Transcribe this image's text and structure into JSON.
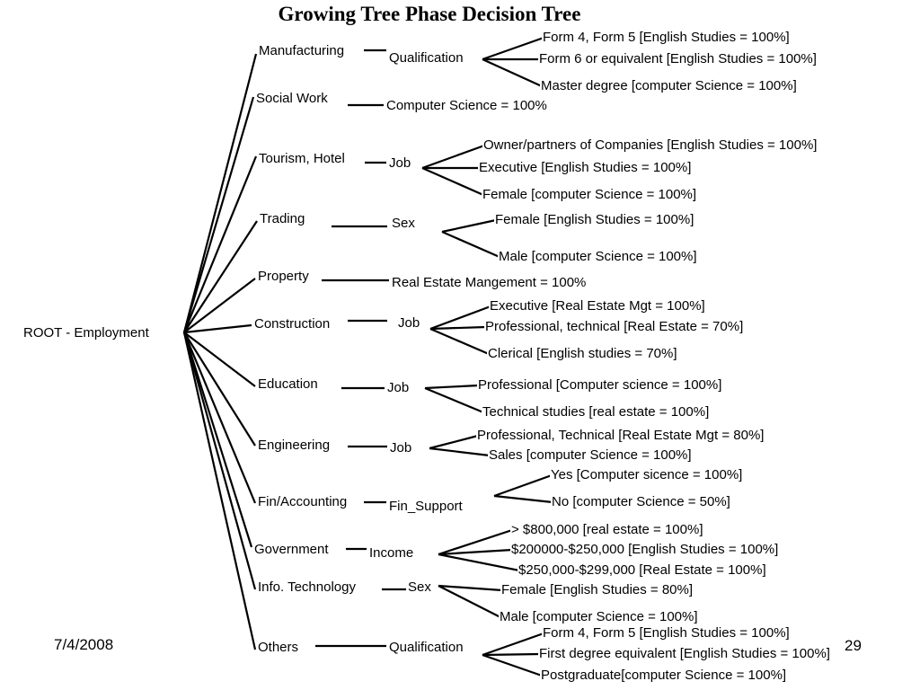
{
  "title": "Growing Tree Phase Decision Tree",
  "root": "ROOT - Employment",
  "footer": {
    "date": "7/4/2008",
    "page": "29"
  },
  "branches": [
    {
      "sector": "Manufacturing",
      "attribute": "Qualification",
      "leaves": [
        "Form 4, Form 5        [English Studies = 100%]",
        "Form 6 or equivalent [English Studies = 100%]",
        "Master degree [computer Science = 100%]"
      ]
    },
    {
      "sector": "Social Work",
      "attribute": "Computer Science = 100%",
      "leaves": []
    },
    {
      "sector": "Tourism, Hotel",
      "attribute": "Job",
      "leaves": [
        "Owner/partners of Companies       [English Studies = 100%]",
        "Executive [English Studies = 100%]",
        "Female [computer Science = 100%]"
      ]
    },
    {
      "sector": "Trading",
      "attribute": "Sex",
      "leaves": [
        "Female          [English Studies = 100%]",
        "Male [computer Science = 100%]"
      ]
    },
    {
      "sector": "Property",
      "attribute": "Real Estate Mangement = 100%",
      "leaves": []
    },
    {
      "sector": "Construction",
      "attribute": "Job",
      "leaves": [
        "Executive      [Real Estate Mgt = 100%]",
        "Professional, technical [Real Estate = 70%]",
        "Clerical [English studies = 70%]"
      ]
    },
    {
      "sector": "Education",
      "attribute": "Job",
      "leaves": [
        "Professional [Computer science = 100%]",
        "Technical studies [real estate = 100%]"
      ]
    },
    {
      "sector": "Engineering",
      "attribute": "Job",
      "leaves": [
        "Professional, Technical [Real Estate Mgt = 80%]",
        "Sales [computer Science = 100%]"
      ]
    },
    {
      "sector": "Fin/Accounting",
      "attribute": "Fin_Support",
      "leaves": [
        "Yes     [Computer sicence = 100%]",
        "No [computer Science = 50%]"
      ]
    },
    {
      "sector": "Government",
      "attribute": "Income",
      "leaves": [
        "> $800,000    [real estate = 100%]",
        "$200000-$250,000 [English Studies = 100%]",
        "$250,000-$299,000 [Real Estate = 100%]"
      ]
    },
    {
      "sector": "Info. Technology",
      "attribute": "Sex",
      "leaves": [
        "Female          [English Studies = 80%]",
        "Male [computer Science = 100%]"
      ]
    },
    {
      "sector": "Others",
      "attribute": "Qualification",
      "leaves": [
        "Form 4, Form 5        [English Studies = 100%]",
        "First degree equivalent [English Studies = 100%]",
        "Postgraduate[computer Science = 100%]"
      ]
    }
  ]
}
